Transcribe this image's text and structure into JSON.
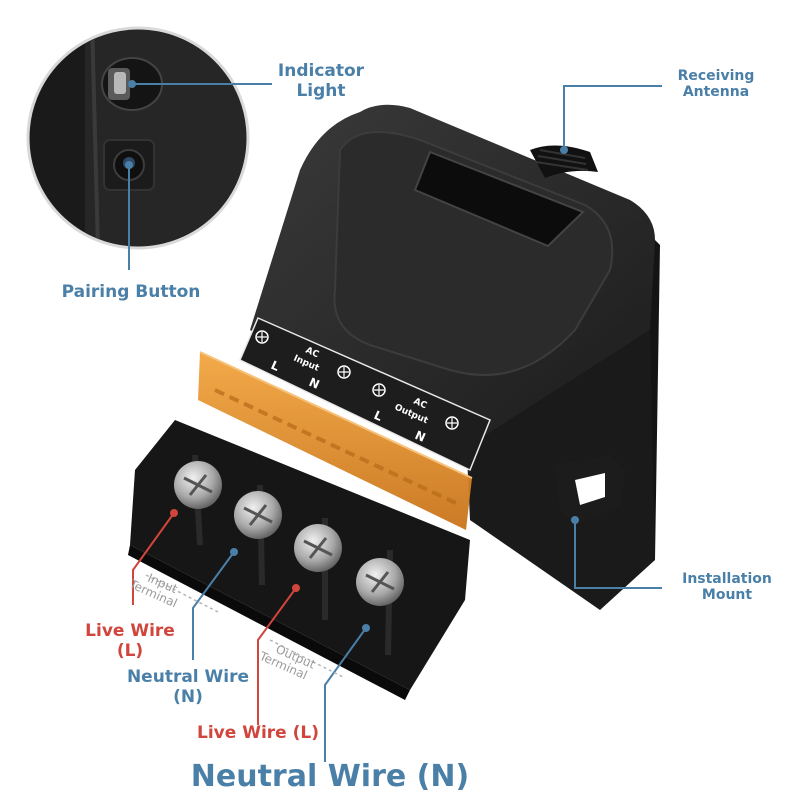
{
  "labels": {
    "indicator_light": [
      "Indicator",
      "Light"
    ],
    "pairing_button": "Pairing Button",
    "receiving_antenna": [
      "Receiving",
      "Antenna"
    ],
    "installation_mount": [
      "Installation",
      "Mount"
    ],
    "live_wire_1": [
      "Live Wire",
      "(L)"
    ],
    "neutral_wire_1": [
      "Neutral Wire",
      "(N)"
    ],
    "live_wire_2": "Live Wire (L)",
    "neutral_wire_2": "Neutral Wire (N)",
    "input_terminal": [
      "Input",
      "Terminal"
    ],
    "output_terminal": [
      "Output",
      "Terminal"
    ]
  },
  "panel": {
    "ac_input": [
      "AC",
      "Input"
    ],
    "ac_output": [
      "AC",
      "Output"
    ],
    "live": "L",
    "neutral": "N"
  },
  "colors": {
    "callout_blue": "#4a7fa8",
    "callout_red": "#d0453c",
    "body_dark": "#1f1f1f",
    "cover_orange": "#e8922a"
  }
}
